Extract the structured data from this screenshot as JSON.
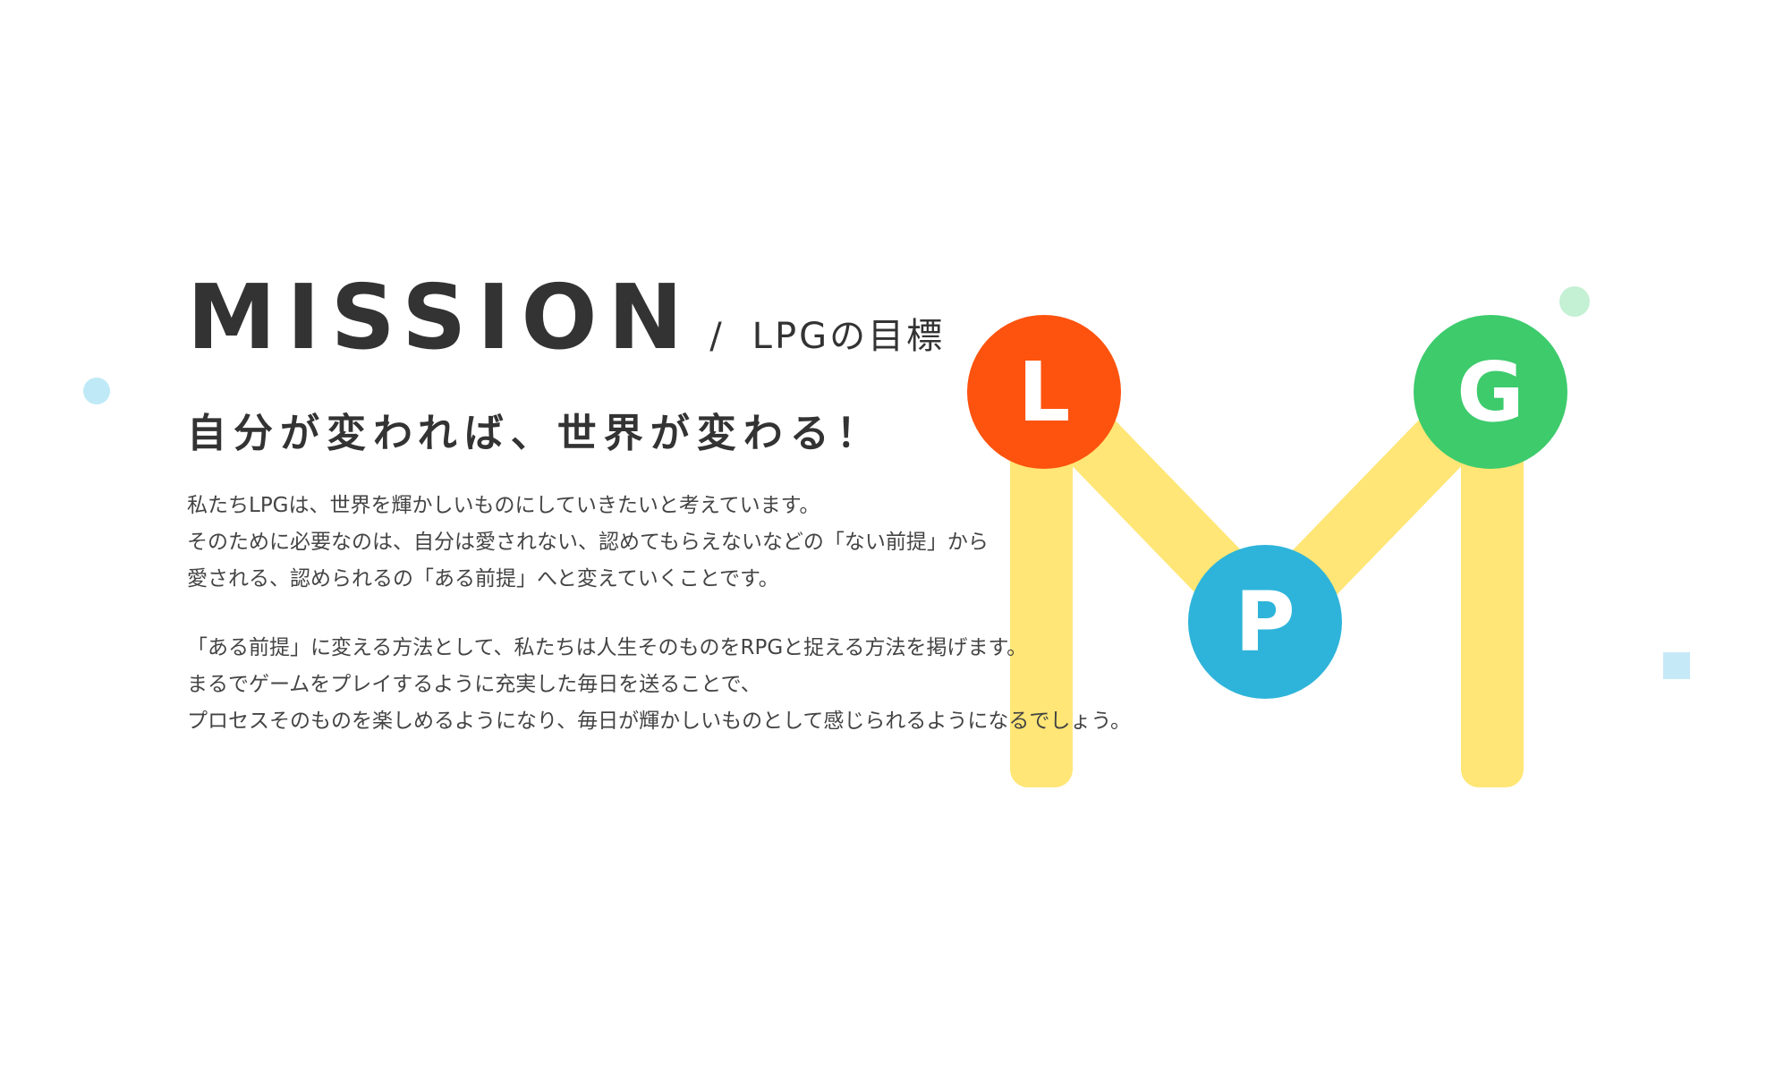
{
  "section": {
    "title": "MISSION",
    "separator": "/",
    "subtitle": "LPGの目標"
  },
  "tagline": "自分が変われば、世界が変わる！",
  "paragraphs": [
    [
      "私たちLPGは、世界を輝かしいものにしていきたいと考えています。",
      "そのために必要なのは、自分は愛されない、認めてもらえないなどの「ない前提」から",
      "愛される、認められるの「ある前提」へと変えていくことです。"
    ],
    [
      "「ある前提」に変える方法として、私たちは人生そのものをRPGと捉える方法を掲げます。",
      "まるでゲームをプレイするように充実した毎日を送ることで、",
      "プロセスそのものを楽しめるようになり、毎日が輝かしいものとして感じられるようになるでしょう。"
    ]
  ],
  "logo": {
    "letters": [
      "L",
      "P",
      "G"
    ],
    "colors": {
      "stroke": "#FFE676",
      "l": "#FD530E",
      "p": "#2EB4DA",
      "g": "#3DCB6C"
    }
  },
  "decor_colors": {
    "blue_dot": "#BFE9F6",
    "green_dot": "#C4F0D4",
    "blue_square": "#C6E9F7"
  }
}
